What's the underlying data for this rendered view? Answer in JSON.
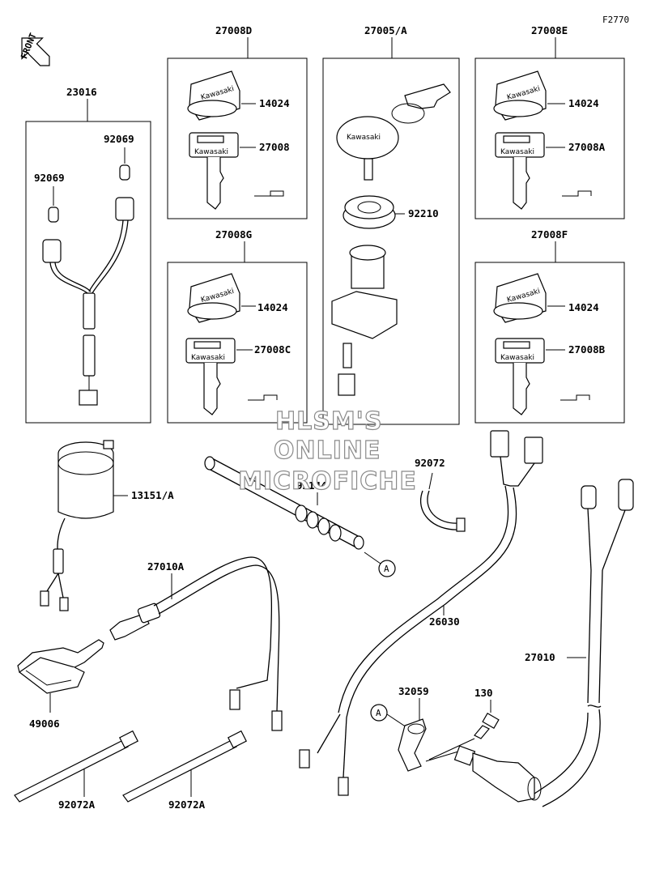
{
  "figure_code": "F2770",
  "front_arrow": "FRONT",
  "watermark": [
    "HLSM'S",
    "ONLINE",
    "MICROFICHE"
  ],
  "key_brand": "Kawasaki",
  "ref_marker": "A",
  "groups": {
    "g23016": "23016",
    "g27008D": "27008D",
    "g27005A": "27005/A",
    "g27008E": "27008E",
    "g27008G": "27008G",
    "g27008F": "27008F"
  },
  "parts": {
    "p92069a": "92069",
    "p92069b": "92069",
    "p14024_d": "14024",
    "p27008": "27008",
    "p92210": "92210",
    "p14024_e": "14024",
    "p27008A": "27008A",
    "p14024_g": "14024",
    "p27008C": "27008C",
    "p14024_f": "14024",
    "p27008B": "27008B",
    "p13151A": "13151/A",
    "p92072": "92072",
    "p92144": "92144",
    "p27010A": "27010A",
    "p26030": "26030",
    "p27010": "27010",
    "p49006": "49006",
    "p32059": "32059",
    "p130": "130",
    "p92072A_1": "92072A",
    "p92072A_2": "92072A"
  }
}
